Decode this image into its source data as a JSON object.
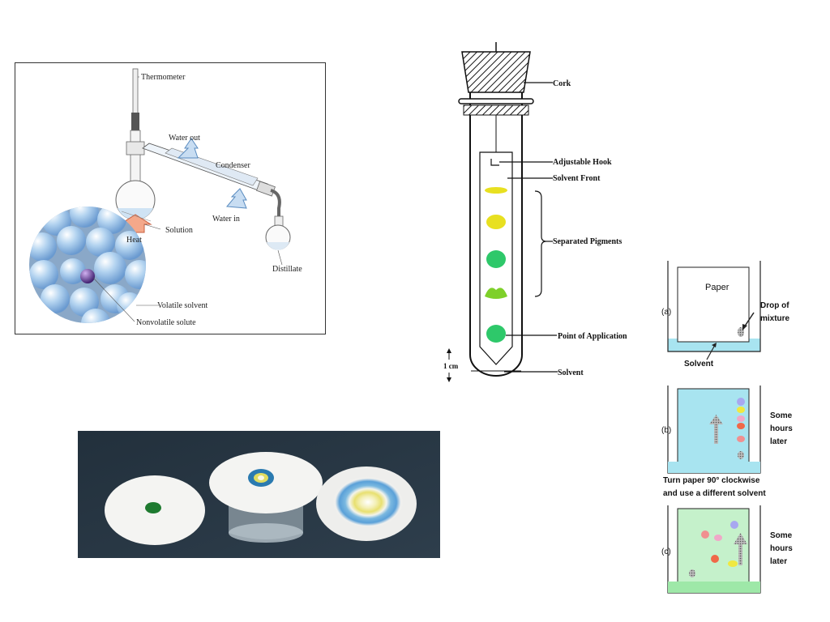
{
  "distillation": {
    "labels": {
      "thermometer": "Thermometer",
      "water_out": "Water out",
      "condenser": "Condenser",
      "water_in": "Water in",
      "solution": "Solution",
      "heat": "Heat",
      "distillate": "Distillate",
      "volatile_solvent": "Volatile solvent",
      "nonvolatile_solute": "Nonvolatile solute"
    }
  },
  "chromatography_tube": {
    "labels": {
      "cork": "Cork",
      "adjustable_hook": "Adjustable Hook",
      "solvent_front": "Solvent Front",
      "separated_pigments": "Separated Pigments",
      "point_of_application": "Point of Application",
      "solvent": "Solvent",
      "scale": "1 cm"
    },
    "spot_colors": [
      "#e8e020",
      "#e8e020",
      "#2ec86a",
      "#7ed02a",
      "#2ec86a"
    ]
  },
  "paper_chromatography_photo": {
    "discs": 3
  },
  "two_d_chromatography": {
    "panel_a": {
      "tag": "(a)",
      "paper": "Paper",
      "drop_label_1": "Drop of",
      "drop_label_2": "mixture",
      "solvent": "Solvent"
    },
    "panel_b": {
      "tag": "(b)",
      "later_1": "Some",
      "later_2": "hours",
      "later_3": "later"
    },
    "instruction_1": "Turn paper 90° clockwise",
    "instruction_2": "and use a different solvent",
    "panel_c": {
      "tag": "(c)",
      "later_1": "Some",
      "later_2": "hours",
      "later_3": "later"
    },
    "colors": {
      "solvent_blue": "#a8e4f0",
      "solvent_green": "#9ee8a8"
    }
  }
}
